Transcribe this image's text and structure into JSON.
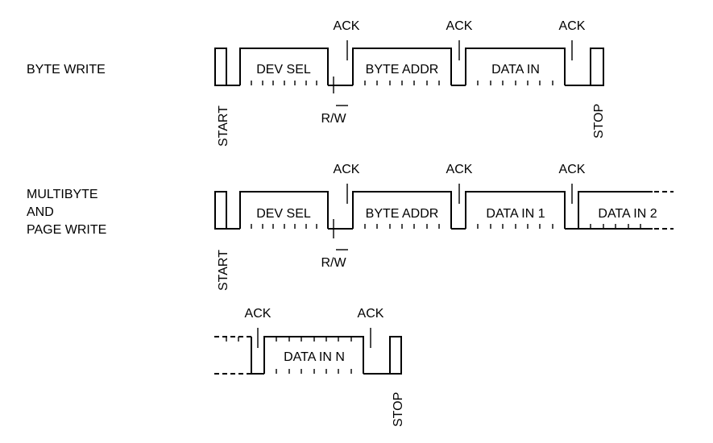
{
  "sequences": [
    {
      "label_lines": [
        "BYTE WRITE"
      ]
    },
    {
      "label_lines": [
        "MULTIBYTE",
        "AND",
        "PAGE WRITE"
      ]
    }
  ],
  "fields": {
    "dev_sel": "DEV SEL",
    "byte_addr": "BYTE ADDR",
    "data_in": "DATA IN",
    "data_in_1": "DATA IN 1",
    "data_in_2": "DATA IN 2",
    "data_in_n": "DATA IN N"
  },
  "signals": {
    "ack": "ACK",
    "start": "START",
    "stop": "STOP",
    "rw": "R/W"
  }
}
